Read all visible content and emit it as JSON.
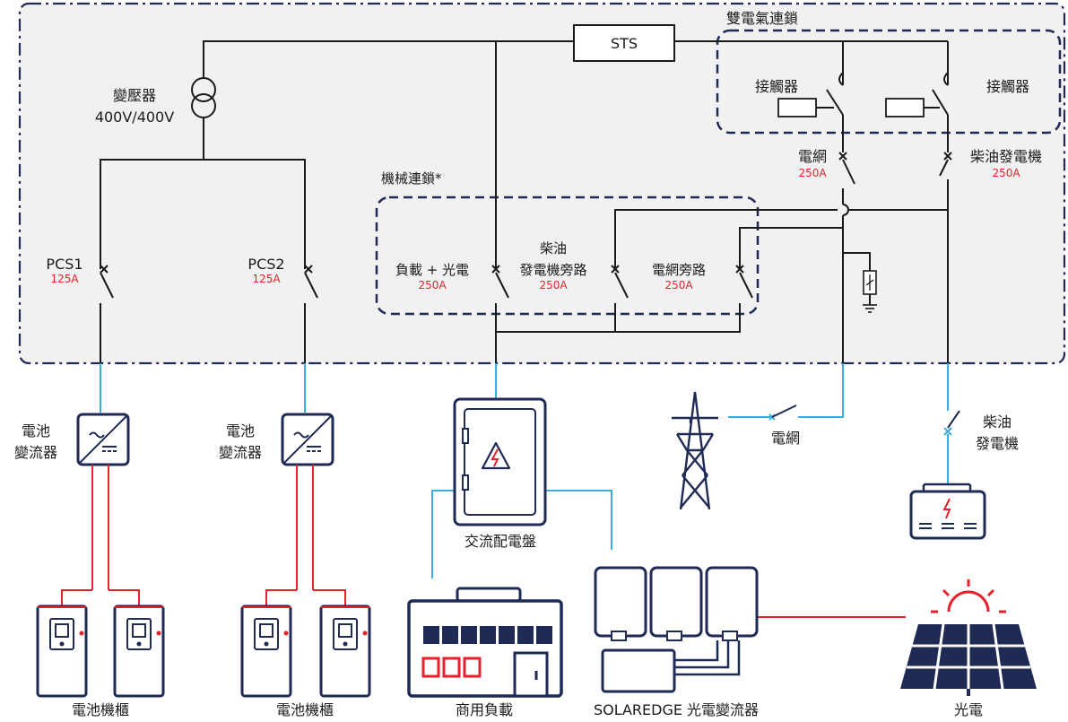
{
  "colors": {
    "wire": "#1a1a1a",
    "link_blue": "#3aaee0",
    "dc_red": "#e8212b",
    "navy": "#1f2a55",
    "panel_bg": "#f1f1f1",
    "amp_text": "#e8212b"
  },
  "labels": {
    "sts": "STS",
    "dual_interlock": "雙電氣連鎖",
    "transformer_1": "變壓器",
    "transformer_2": "400V/400V",
    "contactor_left": "接觸器",
    "contactor_right": "接觸器",
    "grid_breaker": "電網",
    "grid_breaker_amp": "250A",
    "gen_breaker": "柴油發電機",
    "gen_breaker_amp": "250A",
    "mech_interlock": "機械連鎖*",
    "pcs1": "PCS1",
    "pcs1_amp": "125A",
    "pcs2": "PCS2",
    "pcs2_amp": "125A",
    "load_pv": "負載 + 光電",
    "load_pv_amp": "250A",
    "gen_bypass_1": "柴油",
    "gen_bypass_2": "發電機旁路",
    "gen_bypass_amp": "250A",
    "grid_bypass": "電網旁路",
    "grid_bypass_amp": "250A",
    "battery_inverter_1a": "電池",
    "battery_inverter_1b": "變流器",
    "battery_inverter_2a": "電池",
    "battery_inverter_2b": "變流器",
    "ac_panel": "交流配電盤",
    "grid_tower": "電網",
    "diesel_1": "柴油",
    "diesel_2": "發電機",
    "battery_cabinet_1": "電池機櫃",
    "battery_cabinet_2": "電池機櫃",
    "commercial_load": "商用負載",
    "solaredge": "SOLAREDGE 光電變流器",
    "pv": "光電"
  },
  "icons": [
    "transformer-icon",
    "battery-inverter-icon",
    "ac-panel-icon",
    "warning-icon",
    "pylon-icon",
    "diesel-generator-icon",
    "battery-cabinet-icon",
    "commercial-load-icon",
    "solaredge-inverter-icon",
    "solar-panel-icon",
    "surge-arrester-icon"
  ]
}
